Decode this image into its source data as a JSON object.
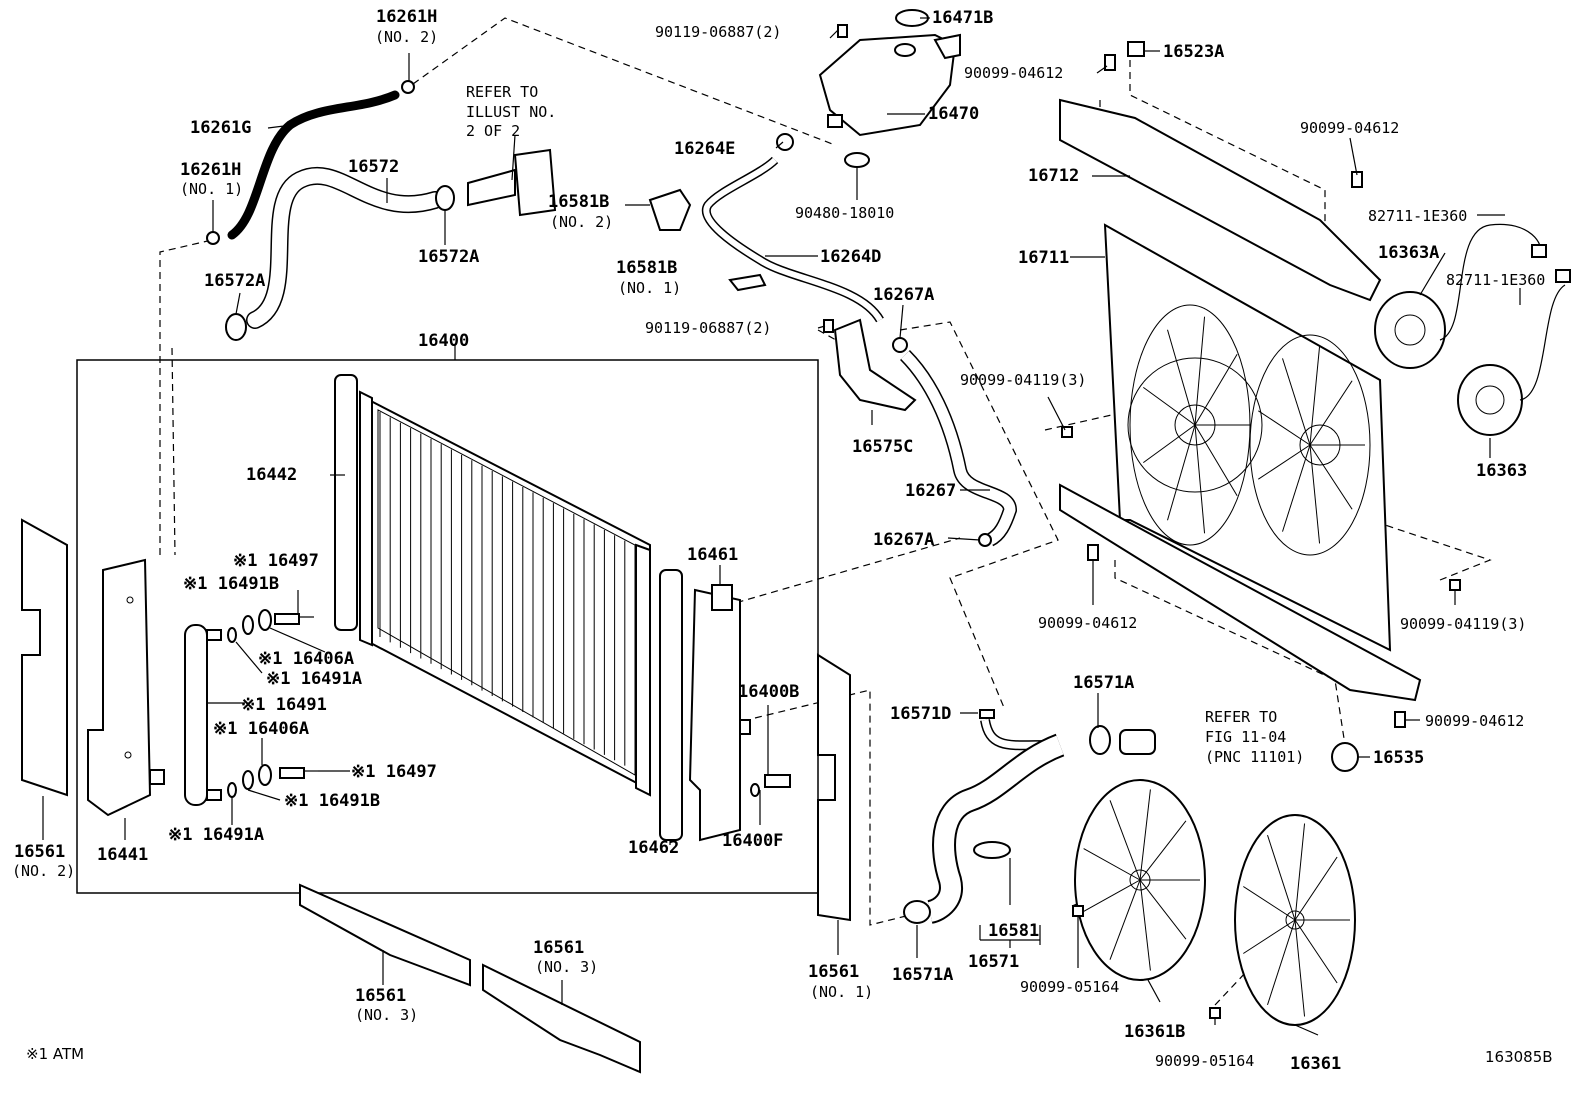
{
  "labels": {
    "l16261H_a": "16261H",
    "l16261H_a_sub": "(NO. 2)",
    "l16261G": "16261G",
    "l16261H_b": "16261H",
    "l16261H_b_sub": "(NO. 1)",
    "l16572": "16572",
    "l16572A_a": "16572A",
    "l16572A_b": "16572A",
    "refer1_a": "REFER TO",
    "refer1_b": "ILLUST NO.",
    "refer1_c": "2 OF 2",
    "l90119_a": "90119-06887(2)",
    "l16471B": "16471B",
    "l16470": "16470",
    "l16264E": "16264E",
    "l90480": "90480-18010",
    "l16581B_a": "16581B",
    "l16581B_a_sub": "(NO. 2)",
    "l16581B_b": "16581B",
    "l16581B_b_sub": "(NO. 1)",
    "l16264D": "16264D",
    "l16267A_a": "16267A",
    "l90119_b": "90119-06887(2)",
    "l16575C": "16575C",
    "l16267": "16267",
    "l16267A_b": "16267A",
    "l16523A": "16523A",
    "l90099_04612_a": "90099-04612",
    "l90099_04612_b": "90099-04612",
    "l16712": "16712",
    "l82711_a": "82711-1E360",
    "l82711_b": "82711-1E360",
    "l16363A": "16363A",
    "l16711": "16711",
    "l90099_04119_a": "90099-04119(3)",
    "l16363": "16363",
    "l90099_04612_c": "90099-04612",
    "l90099_04119_b": "90099-04119(3)",
    "l90099_04612_d": "90099-04612",
    "l16535": "16535",
    "l16571A_a": "16571A",
    "l16571D": "16571D",
    "refer2_a": "REFER TO",
    "refer2_b": "FIG 11-04",
    "refer2_c": "(PNC 11101)",
    "l16581": "16581",
    "l16571": "16571",
    "l16571A_b": "16571A",
    "l90099_05164_a": "90099-05164",
    "l16361B": "16361B",
    "l90099_05164_b": "90099-05164",
    "l16361": "16361",
    "l16400": "16400",
    "l16442": "16442",
    "l16461": "16461",
    "l16497_a": "※1 16497",
    "l16491B_a": "※1 16491B",
    "l16406A_a": "※1 16406A",
    "l16491A_a": "※1 16491A",
    "l16491": "※1 16491",
    "l16406A_b": "※1 16406A",
    "l16497_b": "※1 16497",
    "l16491B_b": "※1 16491B",
    "l16491A_b": "※1 16491A",
    "l16400B": "16400B",
    "l16400F": "16400F",
    "l16462": "16462",
    "l16441": "16441",
    "l16561_a": "16561",
    "l16561_a_sub": "(NO. 2)",
    "l16561_b": "16561",
    "l16561_b_sub": "(NO. 3)",
    "l16561_c": "16561",
    "l16561_c_sub": "(NO. 3)",
    "l16561_d": "16561",
    "l16561_d_sub": "(NO. 1)"
  },
  "footer": {
    "note": "※1 ATM",
    "code": "163085B"
  }
}
